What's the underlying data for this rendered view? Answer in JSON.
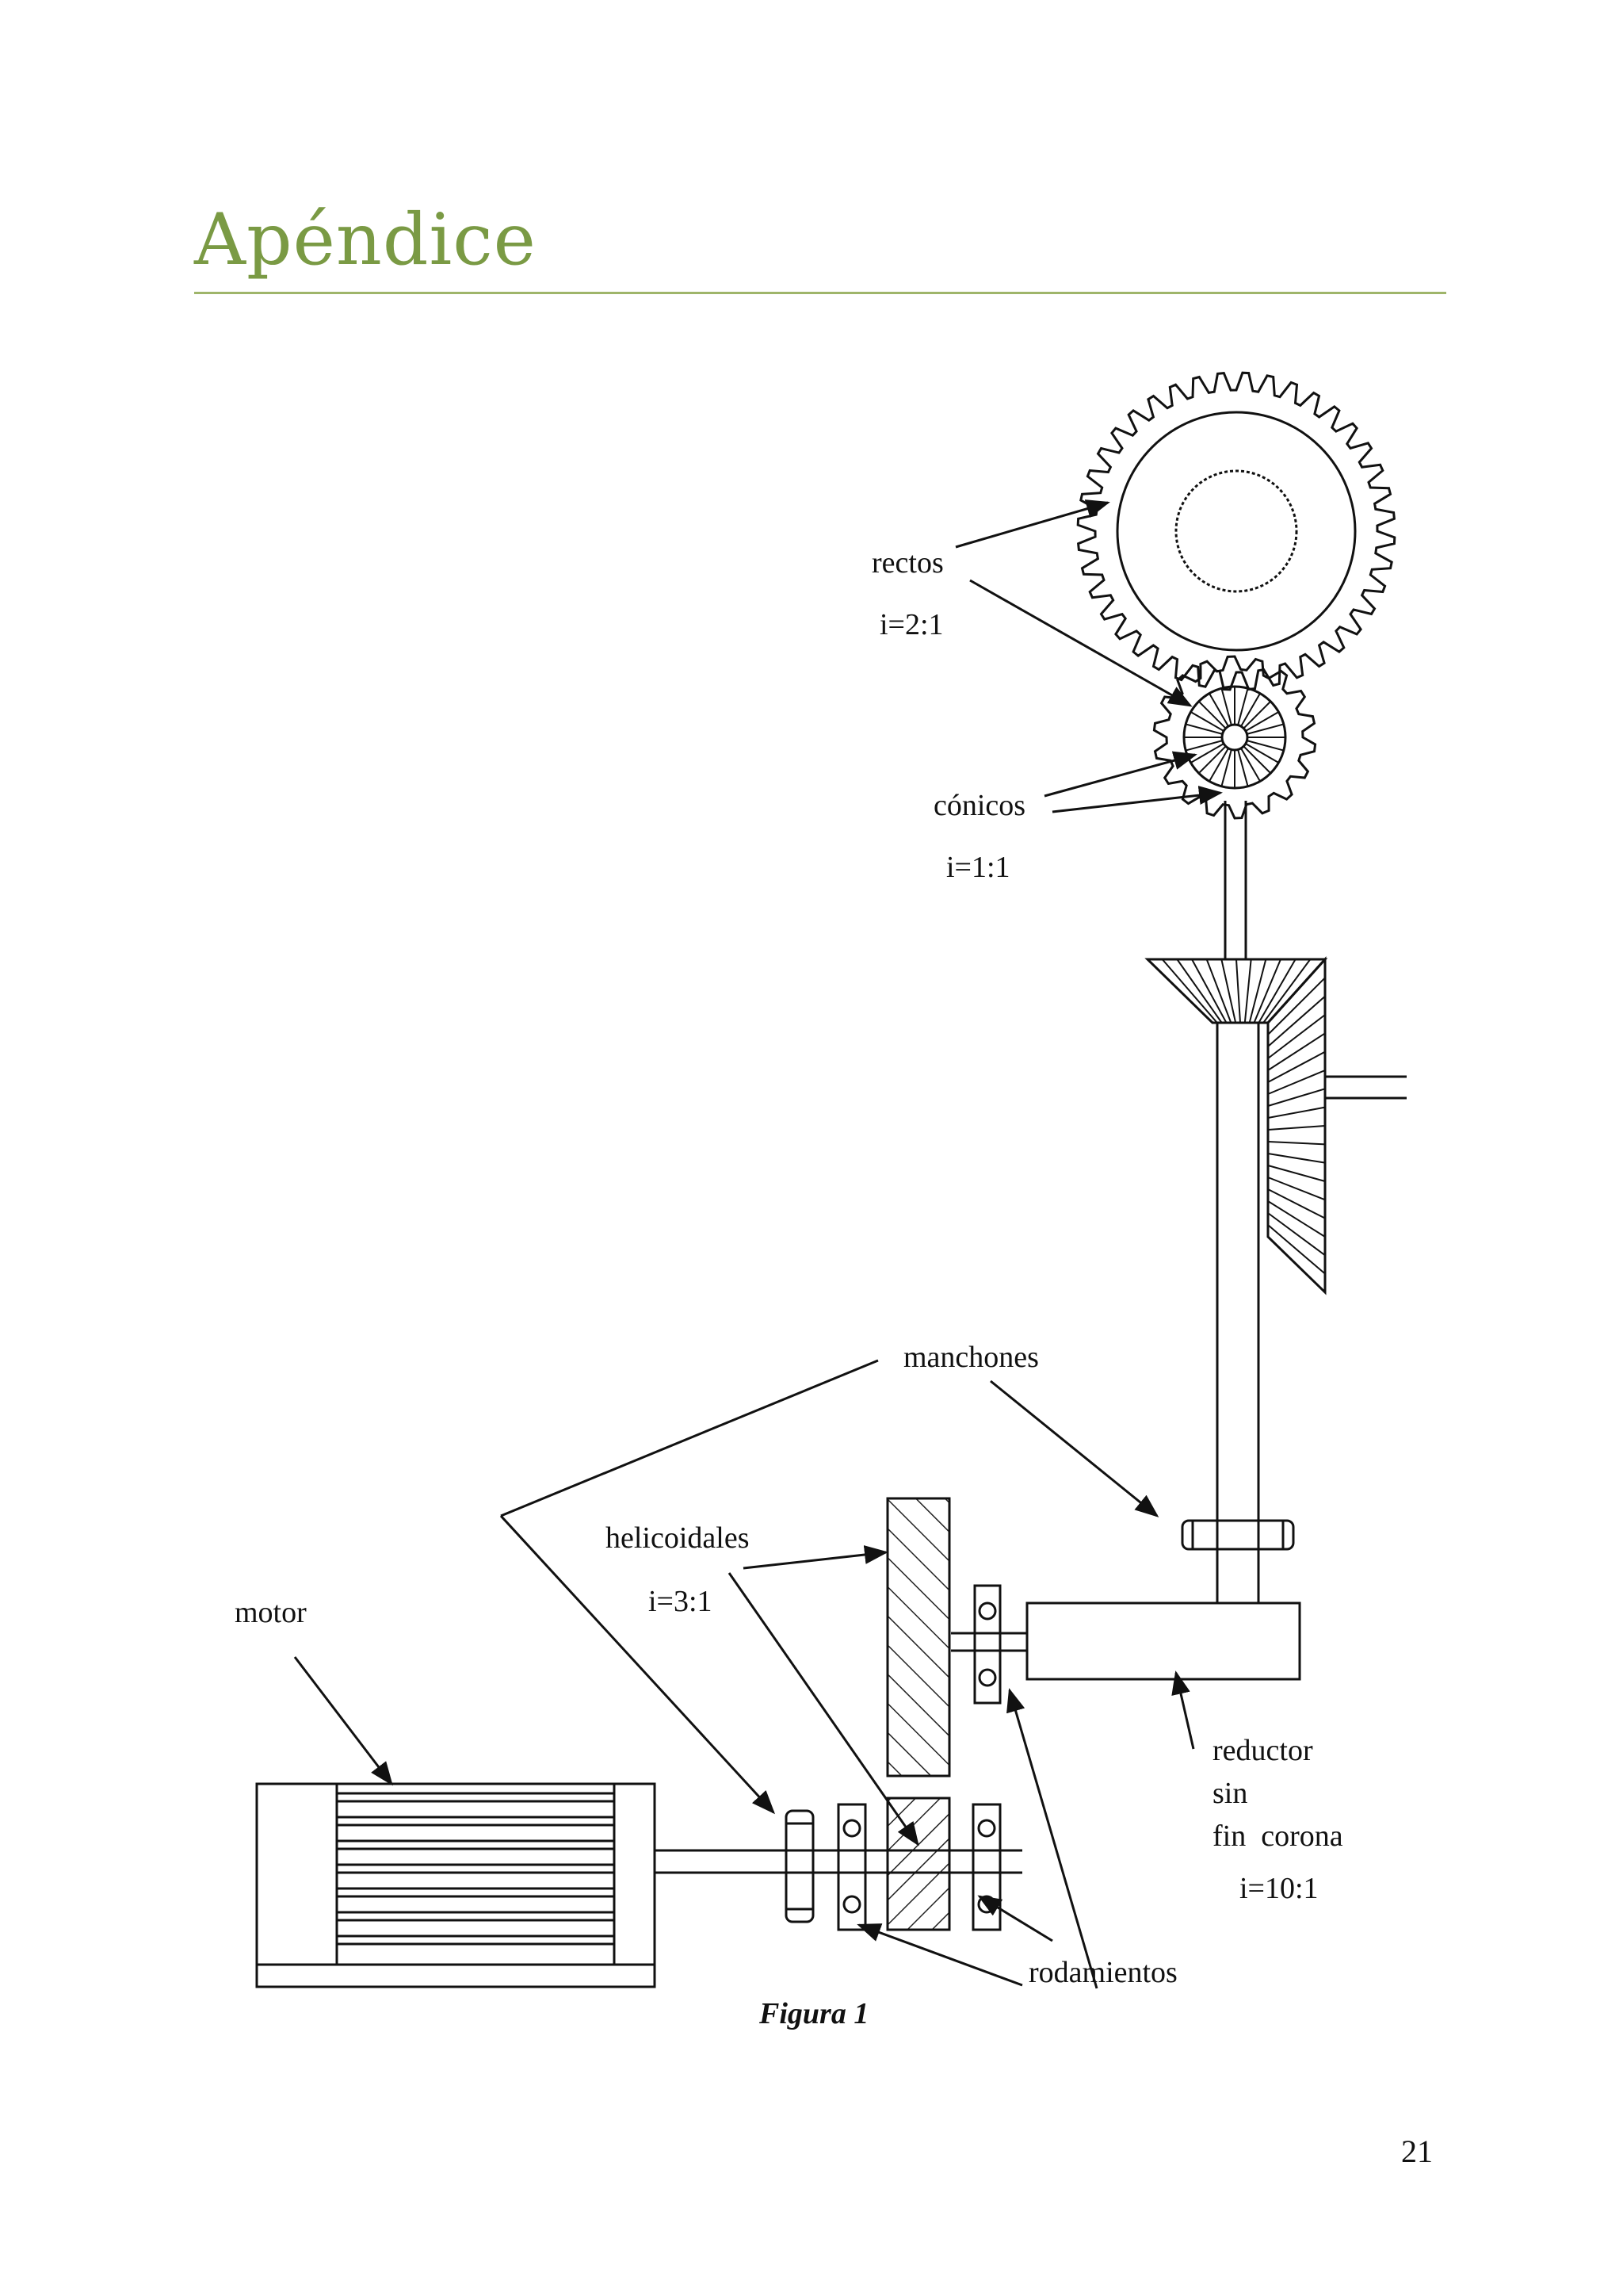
{
  "page": {
    "heading": "Apéndice",
    "page_number": "21"
  },
  "figure": {
    "caption": "Figura 1",
    "labels": {
      "rectos": "rectos",
      "rectos_ratio": "i=2:1",
      "conicos": "cónicos",
      "conicos_ratio": "i=1:1",
      "manchones": "manchones",
      "helicoidales": "helicoidales",
      "helicoidales_ratio": "i=3:1",
      "motor": "motor",
      "reductor_1": "reductor",
      "reductor_2": "sin",
      "reductor_3": "fin  corona",
      "reductor_ratio": "i=10:1",
      "rodamientos": "rodamientos"
    }
  }
}
